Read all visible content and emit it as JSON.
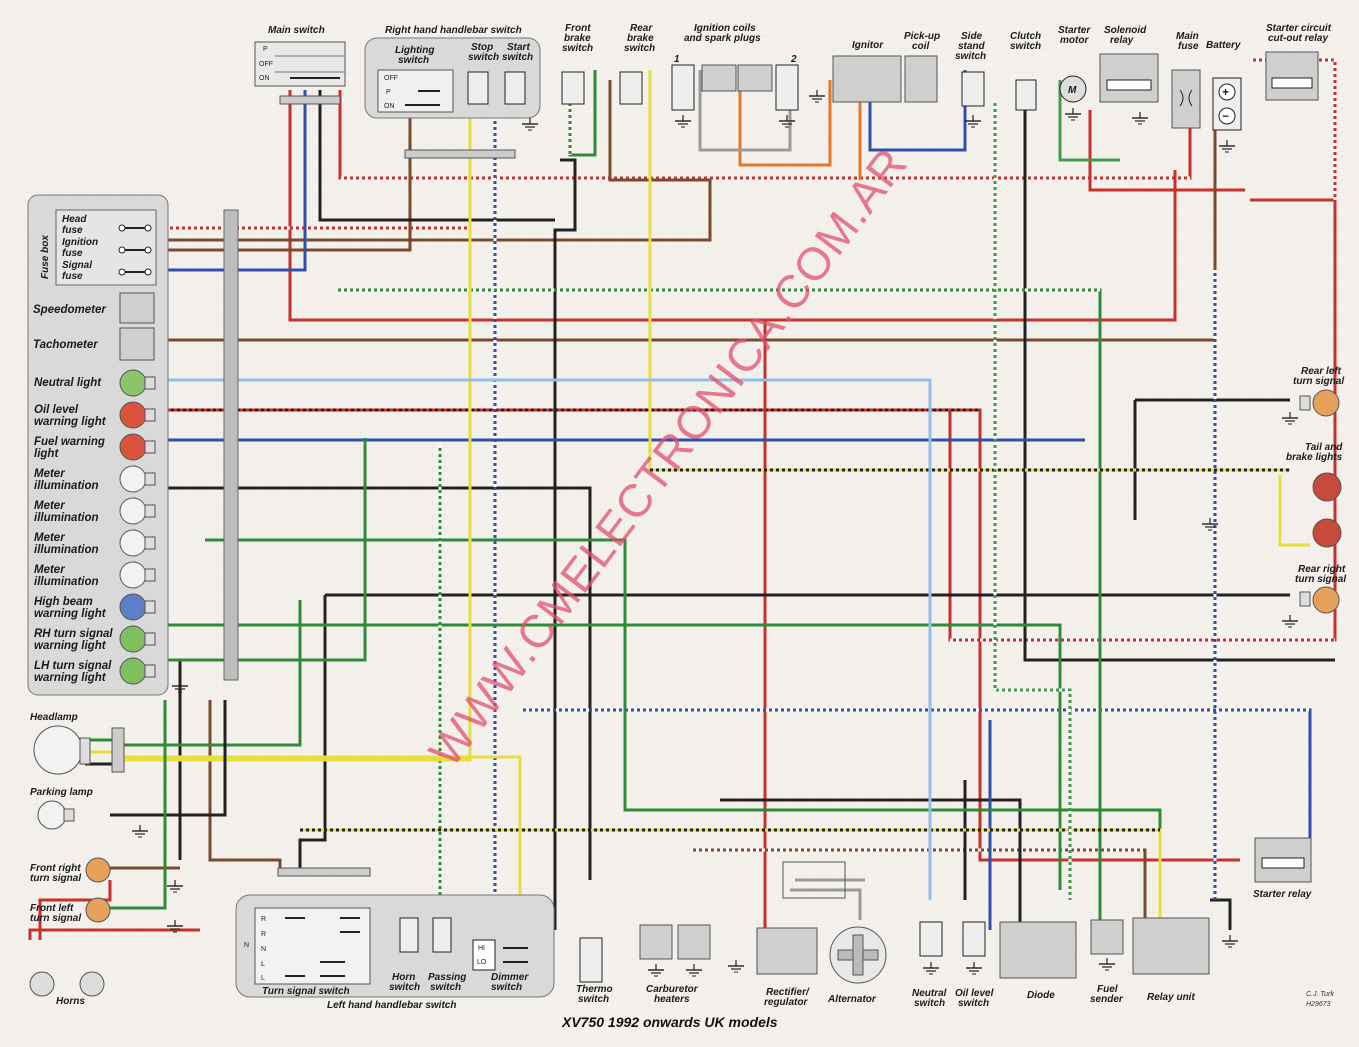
{
  "title": "XV750 1992 onwards UK models",
  "watermark": "WWW.CMELECTRONICA.COM.AR",
  "credit": [
    "C.J. Turk",
    "H29673"
  ],
  "top_components": {
    "main_switch": "Main switch",
    "main_switch_positions": [
      "P",
      "OFF",
      "ON"
    ],
    "rh_handlebar_switch": "Right hand handlebar switch",
    "lighting_switch": [
      "Lighting",
      "switch"
    ],
    "lighting_positions": [
      "OFF",
      "P",
      "ON"
    ],
    "stop_switch": [
      "Stop",
      "switch"
    ],
    "start_switch": [
      "Start",
      "switch"
    ],
    "front_brake_switch": [
      "Front",
      "brake",
      "switch"
    ],
    "rear_brake_switch": [
      "Rear",
      "brake",
      "switch"
    ],
    "ignition_coils": [
      "Ignition coils",
      "and spark plugs"
    ],
    "coil_numbers": [
      "1",
      "2"
    ],
    "ignitor": "Ignitor",
    "pickup_coil": [
      "Pick-up",
      "coil"
    ],
    "side_stand_switch": [
      "Side",
      "stand",
      "switch"
    ],
    "clutch_switch": [
      "Clutch",
      "switch"
    ],
    "starter_motor": [
      "Starter",
      "motor"
    ],
    "motor_symbol": "M",
    "solenoid_relay": [
      "Solenoid",
      "relay"
    ],
    "main_fuse": [
      "Main",
      "fuse"
    ],
    "battery": "Battery",
    "battery_symbols": [
      "+",
      "−"
    ],
    "starter_cutout_relay": [
      "Starter circuit",
      "cut-out relay"
    ]
  },
  "left_panel": {
    "fuse_box": "Fuse box",
    "fuses": [
      [
        "Head",
        "fuse"
      ],
      [
        "Ignition",
        "fuse"
      ],
      [
        "Signal",
        "fuse"
      ]
    ],
    "speedometer": "Speedometer",
    "tachometer": "Tachometer",
    "lights": [
      {
        "label": [
          "Neutral light"
        ],
        "color": "#8bc46b"
      },
      {
        "label": [
          "Oil level",
          "warning light"
        ],
        "color": "#d9533d"
      },
      {
        "label": [
          "Fuel warning",
          "light"
        ],
        "color": "#d9533d"
      },
      {
        "label": [
          "Meter",
          "illumination"
        ],
        "color": "#f2f2f2"
      },
      {
        "label": [
          "Meter",
          "illumination"
        ],
        "color": "#f2f2f2"
      },
      {
        "label": [
          "Meter",
          "illumination"
        ],
        "color": "#f2f2f2"
      },
      {
        "label": [
          "Meter",
          "illumination"
        ],
        "color": "#f2f2f2"
      },
      {
        "label": [
          "High beam",
          "warning light"
        ],
        "color": "#5d7fc7"
      },
      {
        "label": [
          "RH turn signal",
          "warning light"
        ],
        "color": "#7fbf5f"
      },
      {
        "label": [
          "LH turn signal",
          "warning light"
        ],
        "color": "#7fbf5f"
      }
    ]
  },
  "lower_left": {
    "headlamp": "Headlamp",
    "parking_lamp": "Parking lamp",
    "front_right_turn": [
      "Front right",
      "turn signal"
    ],
    "front_left_turn": [
      "Front left",
      "turn signal"
    ],
    "horns": "Horns"
  },
  "bottom_components": {
    "turn_signal_switch": "Turn signal switch",
    "turn_rows": [
      "R",
      "R",
      "N",
      "L",
      "L"
    ],
    "turn_n": "N",
    "horn_switch": [
      "Horn",
      "switch"
    ],
    "passing_switch": [
      "Passing",
      "switch"
    ],
    "dimmer_switch": [
      "Dimmer",
      "switch"
    ],
    "dimmer_positions": [
      "HI",
      "LO"
    ],
    "lh_handlebar_switch": "Left hand handlebar switch",
    "thermo_switch": [
      "Thermo",
      "switch"
    ],
    "carb_heaters": [
      "Carburetor",
      "heaters"
    ],
    "rectifier": [
      "Rectifier/",
      "regulator"
    ],
    "alternator": "Alternator",
    "neutral_switch": [
      "Neutral",
      "switch"
    ],
    "oil_level_switch": [
      "Oil level",
      "switch"
    ],
    "diode": "Diode",
    "fuel_sender": [
      "Fuel",
      "sender"
    ],
    "relay_unit": "Relay unit"
  },
  "right_components": {
    "rear_left_turn": [
      "Rear left",
      "turn signal"
    ],
    "tail_brake": [
      "Tail and",
      "brake lights"
    ],
    "rear_right_turn": [
      "Rear right",
      "turn signal"
    ],
    "starter_relay": "Starter relay"
  },
  "wire_colors": {
    "red": "#c8302b",
    "brown": "#7a4a2e",
    "black": "#222222",
    "blue": "#2f4fa8",
    "green": "#2f8a3a",
    "yellow": "#e8df3c",
    "orange": "#e07a2a",
    "sky": "#8fc0e8",
    "white": "#fafafa",
    "grey": "#9a9a9a"
  }
}
